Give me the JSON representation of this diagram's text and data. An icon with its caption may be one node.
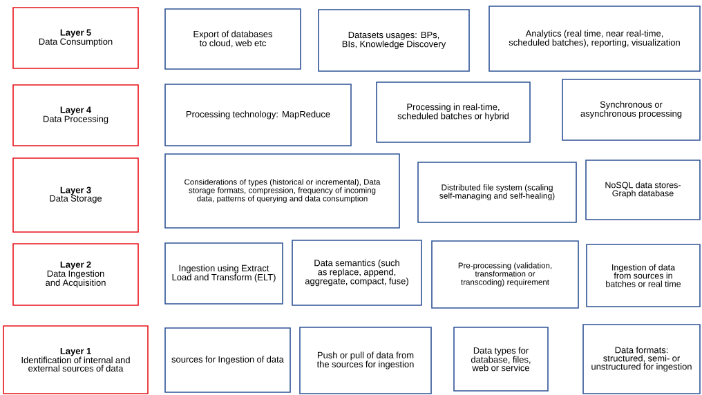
{
  "diagram": {
    "nodes": [
      {
        "text": [
          "Layer 5",
          "Data Consumption"
        ]
      },
      {
        "text": [
          "Export of databases to cloud, web etc"
        ]
      },
      {
        "text": [
          "Datasets usages: BPs, BIs, Knowledge Discovery"
        ]
      },
      {
        "text": [
          "Analytics (real time, near real-time, scheduled batches), reporting, visualization"
        ]
      },
      {
        "text": [
          "Layer 4",
          "Data Processing"
        ]
      },
      {
        "text": [
          "Processing technology: MapReduce"
        ]
      },
      {
        "text": [
          "Processing in real-time, scheduled batches or hybrid"
        ]
      },
      {
        "text": [
          "Synchronous or asynchronous processing"
        ]
      },
      {
        "text": [
          "Layer 3",
          "Data Storage"
        ]
      },
      {
        "text": [
          "Considerations of types (historical or incremental), Data storage formats, compression, frequency of incoming data, patterns of querying and data consumption"
        ]
      },
      {
        "text": [
          "Distributed file system (scaling self-managing and self-healing)"
        ]
      },
      {
        "text": [
          "NoSQL data stores- Graph database"
        ]
      },
      {
        "text": [
          "Layer 2",
          "Data Ingestion and Acquisition"
        ]
      },
      {
        "text": [
          "Ingestion using Extract Load and Transform (ELT)"
        ]
      },
      {
        "text": [
          "Data semantics (such as replace, append, aggregate, compact, fuse)"
        ]
      },
      {
        "text": [
          "Pre-processing (validation, transformation or transcoding) requirement"
        ]
      },
      {
        "text": [
          "Ingestion of data from sources in batches or real time"
        ]
      },
      {
        "text": [
          "Layer 1",
          "Identification of internal and external sources of data"
        ]
      },
      {
        "text": [
          "sources for Ingestion of data"
        ]
      },
      {
        "text": [
          "Push or pull of data from the sources for ingestion"
        ]
      },
      {
        "text": [
          "Data types for database, files, web or service"
        ]
      },
      {
        "text": [
          "Data formats: structured, semi- or unstructured for ingestion"
        ]
      }
    ]
  }
}
